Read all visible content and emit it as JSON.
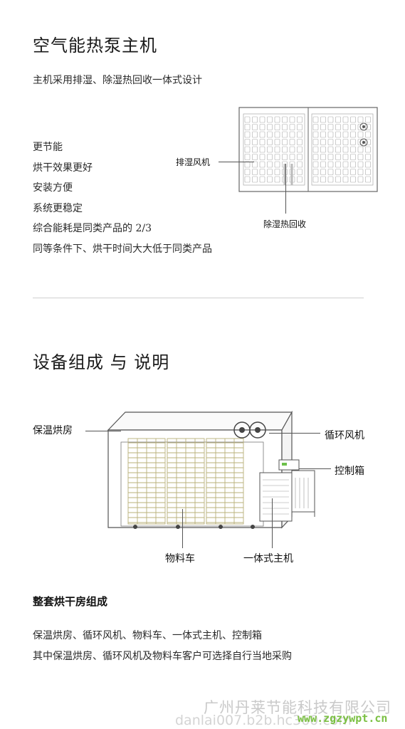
{
  "section1": {
    "title": "空气能热泵主机",
    "subtitle": "主机采用排湿、除湿热回收一体式设计",
    "features": [
      "更节能",
      "烘干效果更好",
      "安装方便",
      "系统更稳定",
      "综合能耗是同类产品的 2/3",
      "同等条件下、烘干时间大大低于同类产品"
    ],
    "diagram_labels": {
      "exhaust_fan": "排湿风机",
      "heat_recovery": "除湿热回收"
    }
  },
  "section2": {
    "title": "设备组成 与 说明",
    "diagram_labels": {
      "insulated_room": "保温烘房",
      "circulation_fan": "循环风机",
      "control_box": "控制箱",
      "material_cart": "物料车",
      "integrated_unit": "一体式主机"
    },
    "subheading": "整套烘干房组成",
    "desc_lines": [
      "保温烘房、循环风机、物料车、一体式主机、控制箱",
      "其中保温烘房、循环风机及物料车客户可选择自行当地采购"
    ]
  },
  "watermark": {
    "company": "广州丹莱节能科技有限公司",
    "url": "danlai007.b2b.hc360.com",
    "site": "www.zgzywpt.cn"
  }
}
